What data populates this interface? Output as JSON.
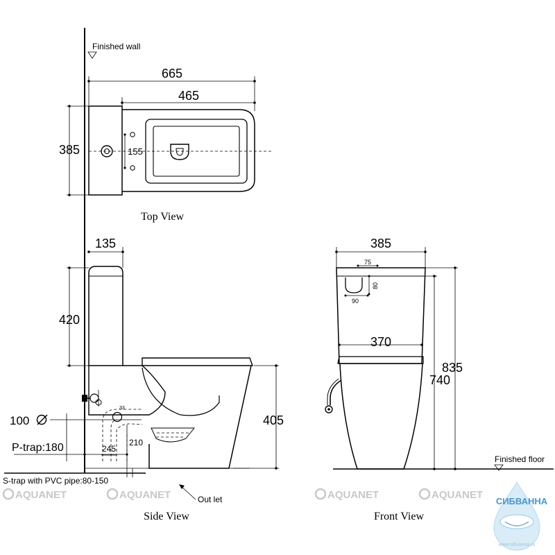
{
  "labels": {
    "finished_wall": "Finished wall",
    "finished_floor": "Finished floor",
    "top_view": "Top View",
    "side_view": "Side View",
    "front_view": "Front View",
    "outlet": "Out let",
    "strap": "S-trap with PVC pipe:80-150",
    "ptrap": "P-trap:180",
    "dia": "100"
  },
  "top": {
    "d665": "665",
    "d465": "465",
    "d385": "385",
    "d155": "155"
  },
  "side": {
    "d135": "135",
    "d420": "420",
    "d405": "405",
    "d245": "245",
    "d210": "210",
    "d33": "33"
  },
  "front": {
    "d385": "385",
    "d75": "75",
    "d80": "80",
    "d90": "90",
    "d370": "370",
    "d835": "835",
    "d740": "740"
  },
  "watermark": {
    "brand": "AQUANET",
    "site": "СИБВАННА",
    "url": "www.sibvanna.ru"
  }
}
